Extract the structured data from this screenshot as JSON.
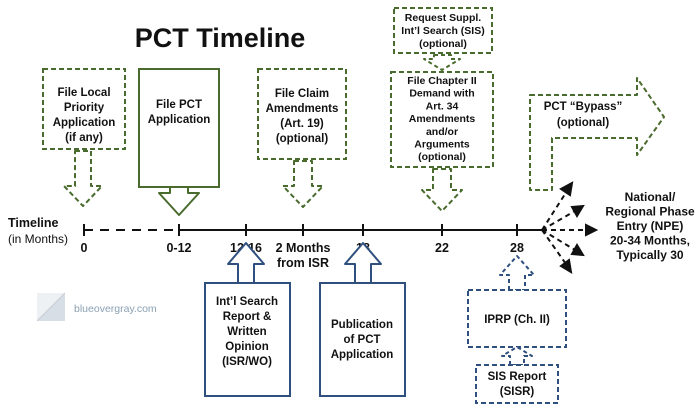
{
  "title": "PCT Timeline",
  "axis": {
    "label": "Timeline",
    "sublabel": "(in Months)"
  },
  "ticks": [
    {
      "id": "t0",
      "lines": [
        "0"
      ]
    },
    {
      "id": "t1",
      "lines": [
        "0-12"
      ]
    },
    {
      "id": "t2",
      "lines": [
        "12-16"
      ]
    },
    {
      "id": "t3",
      "lines": [
        "2 Months",
        "from ISR"
      ]
    },
    {
      "id": "t4",
      "lines": [
        "18"
      ]
    },
    {
      "id": "t5",
      "lines": [
        "22"
      ]
    },
    {
      "id": "t6",
      "lines": [
        "28"
      ]
    }
  ],
  "top_boxes": [
    {
      "id": "file-local-priority-application",
      "lines": [
        "File Local",
        "Priority",
        "Application",
        "(if any)"
      ]
    },
    {
      "id": "file-pct-application",
      "lines": [
        "File PCT",
        "Application"
      ]
    },
    {
      "id": "file-claim-amendments",
      "lines": [
        "File Claim",
        "Amendments",
        "(Art. 19)",
        "(optional)"
      ]
    },
    {
      "id": "request-suppl-search",
      "lines": [
        "Request Suppl.",
        "Int’l Search (SIS)",
        "(optional)"
      ]
    },
    {
      "id": "file-chapter-ii-demand",
      "lines": [
        "File Chapter II",
        "Demand with",
        "Art. 34",
        "Amendments",
        "and/or",
        "Arguments",
        "(optional)"
      ]
    }
  ],
  "bypass": {
    "lines": [
      "PCT “Bypass”",
      "(optional)"
    ]
  },
  "bottom_boxes": [
    {
      "id": "isr-wo",
      "lines": [
        "Int’l Search",
        "Report &",
        "Written",
        "Opinion",
        "(ISR/WO)"
      ]
    },
    {
      "id": "publication",
      "lines": [
        "Publication",
        "of PCT",
        "Application"
      ]
    },
    {
      "id": "iprp",
      "lines": [
        "IPRP (Ch. II)"
      ]
    },
    {
      "id": "sis-report",
      "lines": [
        "SIS Report",
        "(SISR)"
      ]
    }
  ],
  "national_phase": {
    "lines": [
      "National/",
      "Regional Phase",
      "Entry (NPE)",
      "20-34 Months,",
      "Typically 30"
    ]
  },
  "watermark": {
    "text": "blueovergray.com"
  },
  "colors": {
    "green": "#4a6b2e",
    "blue": "#2f4f7f",
    "line": "#111111",
    "watermark": "#8aa0b4"
  }
}
